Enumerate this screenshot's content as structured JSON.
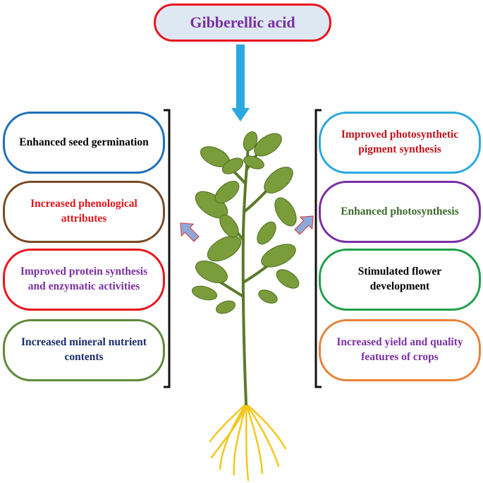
{
  "title": "Gibberellic acid",
  "left_effects": [
    {
      "text": "Enhanced seed germination",
      "border": "#1f6fb8",
      "color": "#000000"
    },
    {
      "text": "Increased phenological attributes",
      "border": "#7a4a25",
      "color": "#e8141c"
    },
    {
      "text": "Improved protein synthesis and enzymatic activities",
      "border": "#e8141c",
      "color": "#7b2fa3"
    },
    {
      "text": "Increased mineral nutrient contents",
      "border": "#5d8a3a",
      "color": "#1c2c6b"
    }
  ],
  "right_effects": [
    {
      "text": "Improved photosynthetic pigment synthesis",
      "border": "#2aa8e0",
      "color": "#c0141c"
    },
    {
      "text": "Enhanced photosynthesis",
      "border": "#7b2fa3",
      "color": "#3c6b2a"
    },
    {
      "text": "Stimulated flower development",
      "border": "#1fa04a",
      "color": "#000000"
    },
    {
      "text": "Increased yield and quality features of crops",
      "border": "#e8823a",
      "color": "#7b2fa3"
    }
  ],
  "colors": {
    "down_arrow": "#2aa8e0",
    "side_arrow": "#8ea8d8",
    "stem": "#5a7a2a",
    "leaf": "#7a9c3a",
    "root": "#f2c81e"
  }
}
